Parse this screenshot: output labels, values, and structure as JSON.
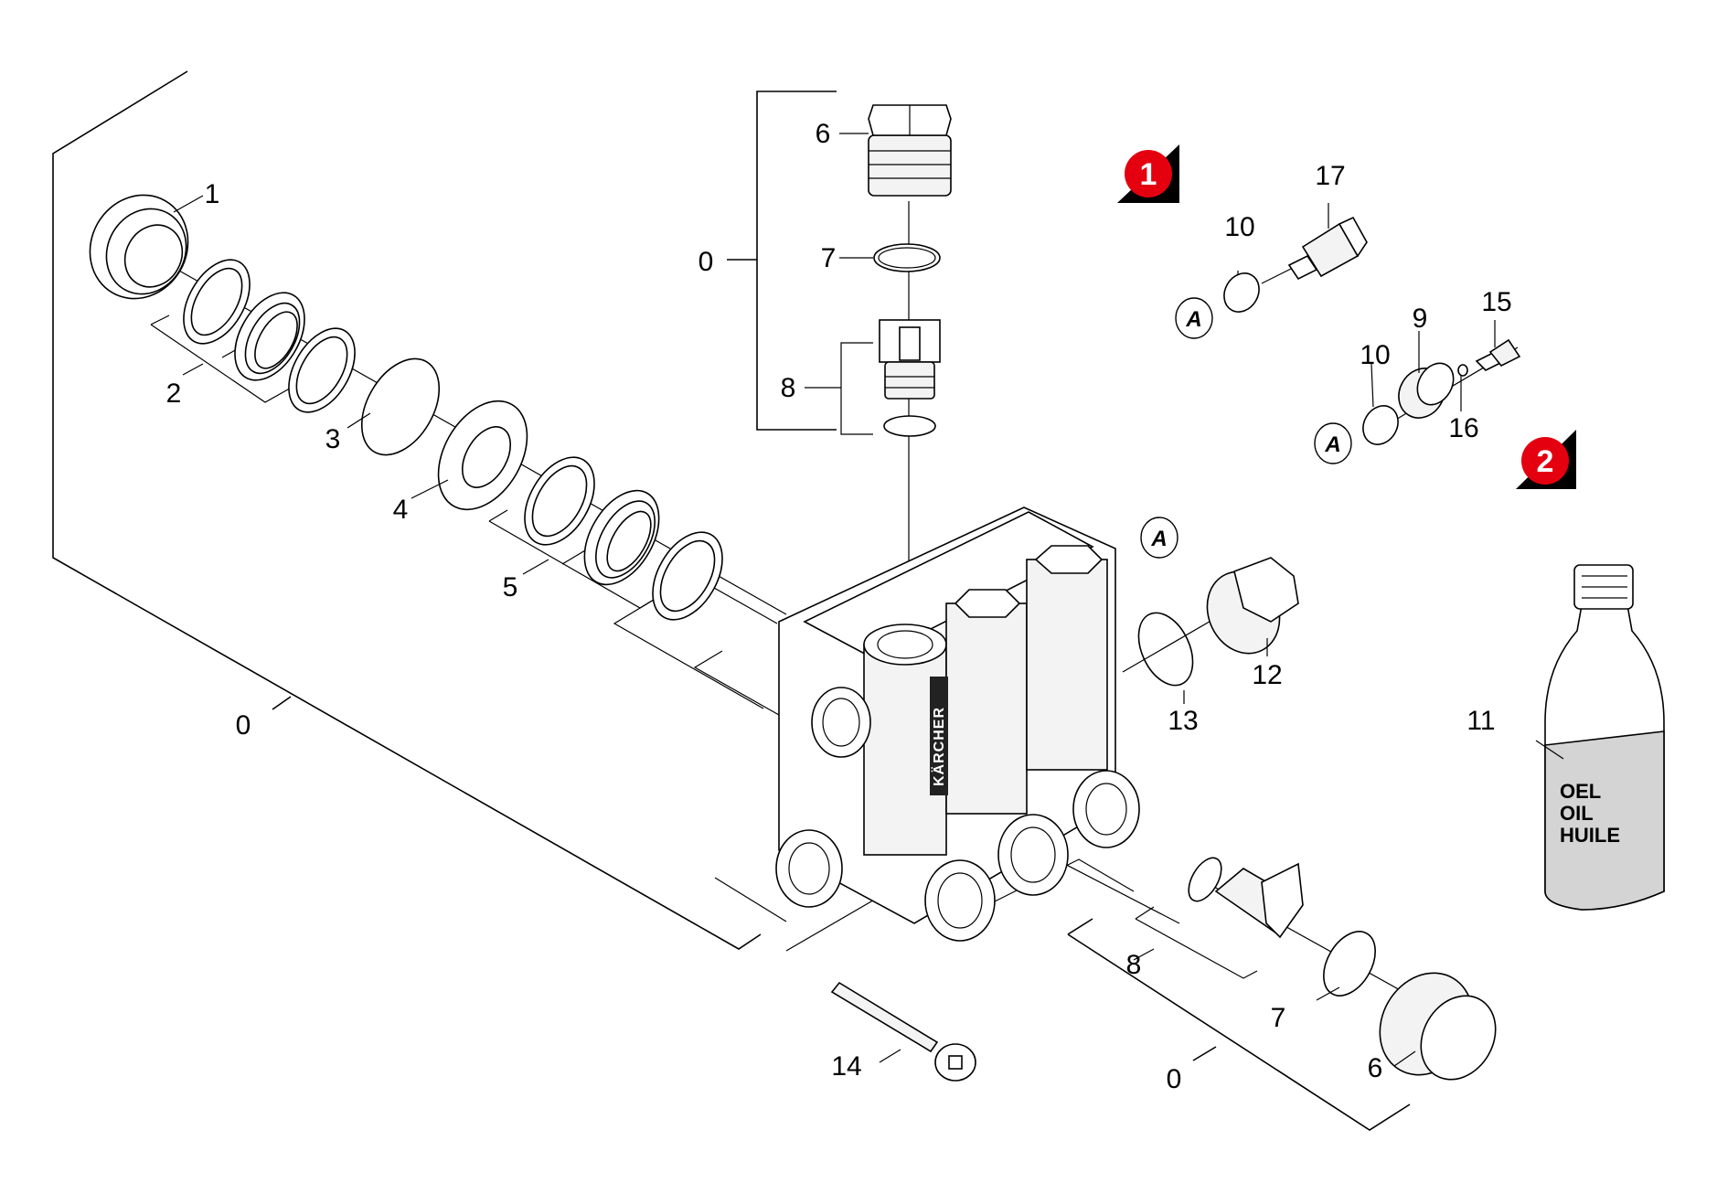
{
  "callouts": {
    "assy_left": "0",
    "assy_top": "0",
    "assy_bottom": "0",
    "p1": "1",
    "p2": "2",
    "p3": "3",
    "p4": "4",
    "p5": "5",
    "p6_top": "6",
    "p6_bottom": "6",
    "p7_top": "7",
    "p7_bottom": "7",
    "p8_top": "8",
    "p8_bottom": "8",
    "p9": "9",
    "p10_a": "10",
    "p10_b": "10",
    "p11": "11",
    "p12": "12",
    "p13": "13",
    "p14": "14",
    "p15": "15",
    "p16": "16",
    "p17": "17"
  },
  "markers": {
    "variant_1": "1",
    "variant_2": "2",
    "ref_a": "A",
    "marker_color": "#e4000f"
  },
  "bottle": {
    "line1": "OEL",
    "line2": "OIL",
    "line3": "HUILE"
  },
  "housing_brand": "KÄRCHER"
}
